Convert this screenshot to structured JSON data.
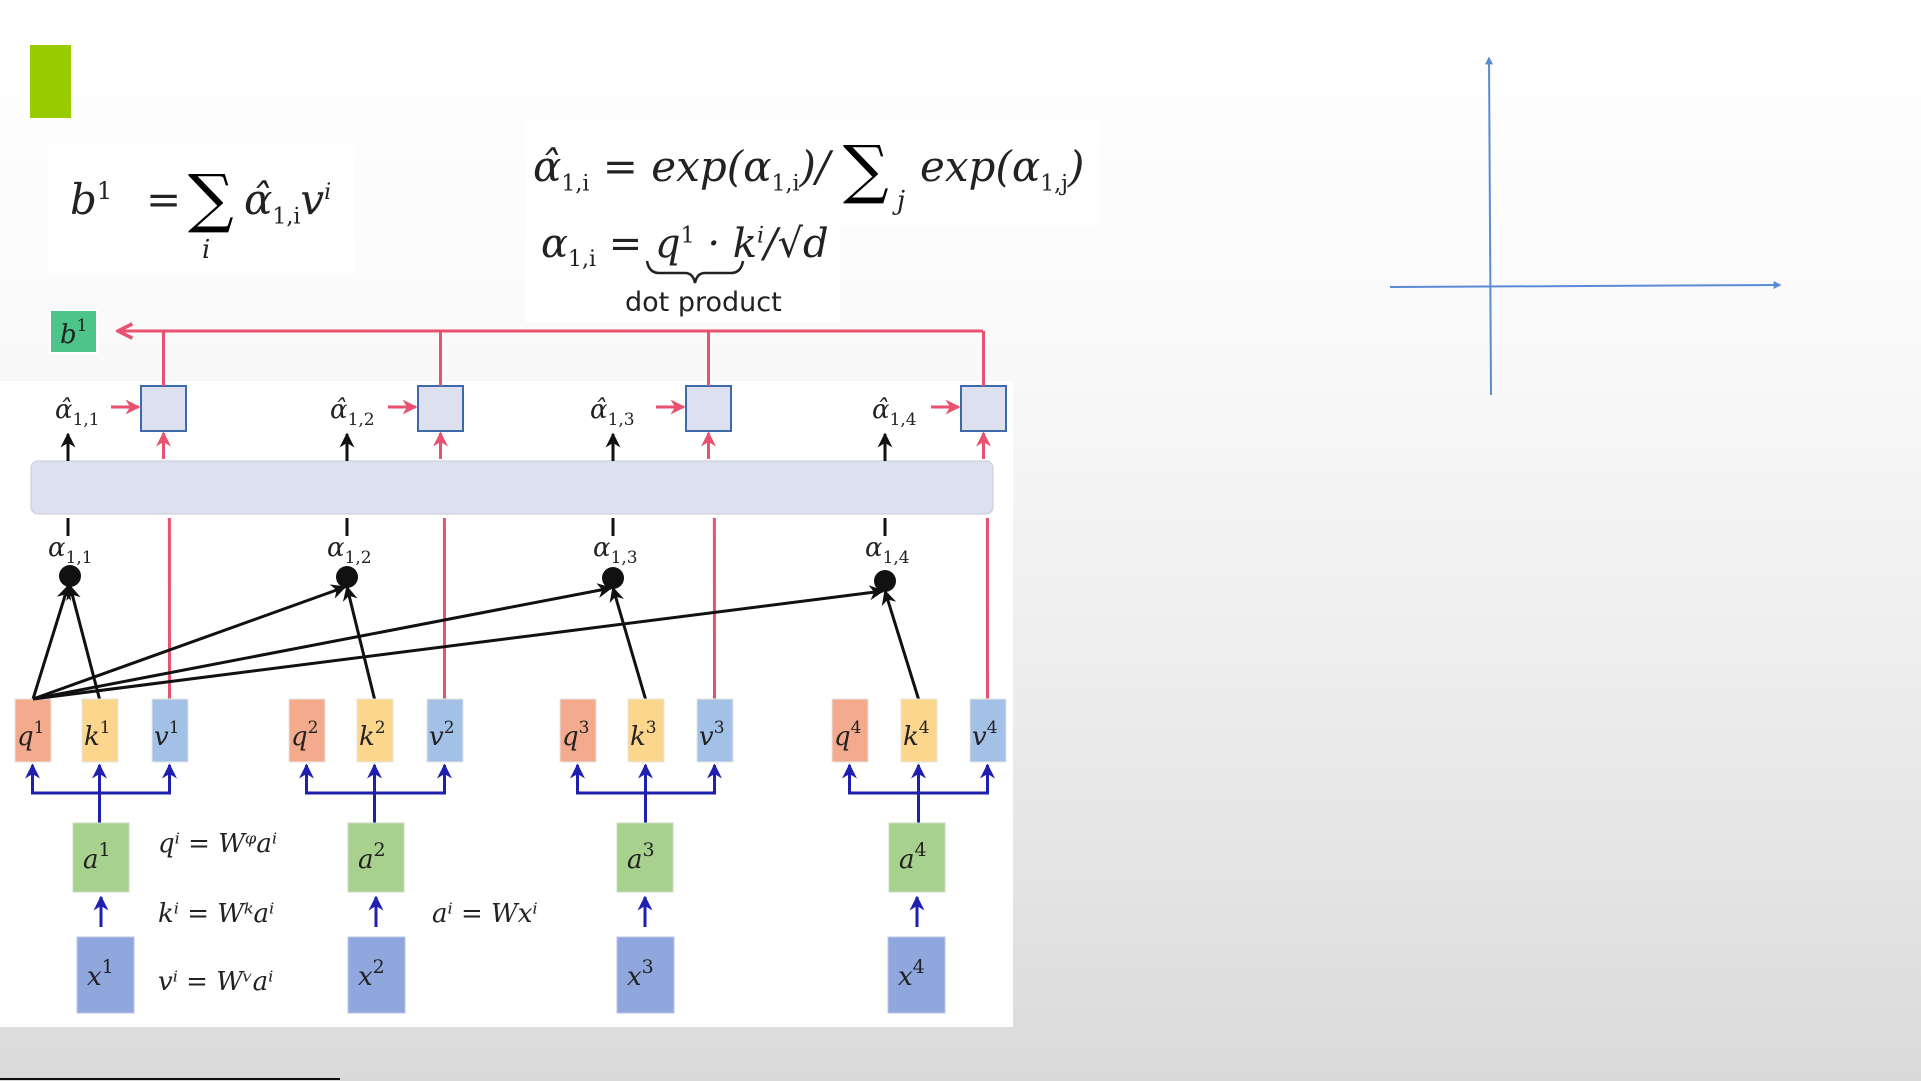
{
  "slide": {
    "accent_color": "#99cc00"
  },
  "formulas": {
    "output": {
      "lhs": "b",
      "lhs_sup": "1",
      "eq": "=",
      "sum": "∑",
      "sum_sub": "i",
      "term": "α̂",
      "term_sub": "1,i",
      "term2": "v",
      "term2_sup": "i"
    },
    "softmax": {
      "lhs": "α̂",
      "lhs_sub": "1,i",
      "rhs_a": "= exp(α",
      "rhs_a_sub": "1,i",
      "rhs_b": ")/",
      "sum": "∑",
      "sum_sub": "j",
      "rhs_c": "exp(α",
      "rhs_c_sub": "1,j",
      "rhs_d": ")"
    },
    "score": {
      "lhs": "α",
      "lhs_sub": "1,i",
      "rhs_q": "= q",
      "rhs_q_sup": "1",
      "dot": " · k",
      "dot_sup": "i",
      "rhs_end": "/√d",
      "brace_label": "dot product"
    },
    "q_def": "qⁱ = Wᵠaⁱ",
    "k_def": "kⁱ = Wᵏaⁱ",
    "v_def": "vⁱ = Wᵛaⁱ",
    "a_def": "aⁱ = Wxⁱ"
  },
  "diagram": {
    "output_label": {
      "base": "b",
      "sup": "1"
    },
    "colors": {
      "red": "#e8516f",
      "blue": "#1f1fb0",
      "black": "#111111",
      "weight_box_fill": "#dde0ef",
      "weight_box_stroke": "#3f6aa8",
      "softmax_fill": "#dde0ef",
      "q": "#f4ab8d",
      "k": "#fbd68c",
      "v": "#a3c1e6",
      "a": "#a9d18e",
      "x": "#8fa7dc",
      "b_box": "#4cc48a"
    },
    "columns": [
      {
        "index": "1",
        "alpha_hat": "α̂",
        "alpha_hat_sub": "1,1",
        "alpha": "α",
        "alpha_sub": "1,1"
      },
      {
        "index": "2",
        "alpha_hat": "α̂",
        "alpha_hat_sub": "1,2",
        "alpha": "α",
        "alpha_sub": "1,2"
      },
      {
        "index": "3",
        "alpha_hat": "α̂",
        "alpha_hat_sub": "1,3",
        "alpha": "α",
        "alpha_sub": "1,3"
      },
      {
        "index": "4",
        "alpha_hat": "α̂",
        "alpha_hat_sub": "1,4",
        "alpha": "α",
        "alpha_sub": "1,4"
      }
    ],
    "vector_names": {
      "q": "q",
      "k": "k",
      "v": "v",
      "a": "a",
      "x": "x"
    }
  },
  "axes": {
    "color": "#5b8bd6"
  }
}
